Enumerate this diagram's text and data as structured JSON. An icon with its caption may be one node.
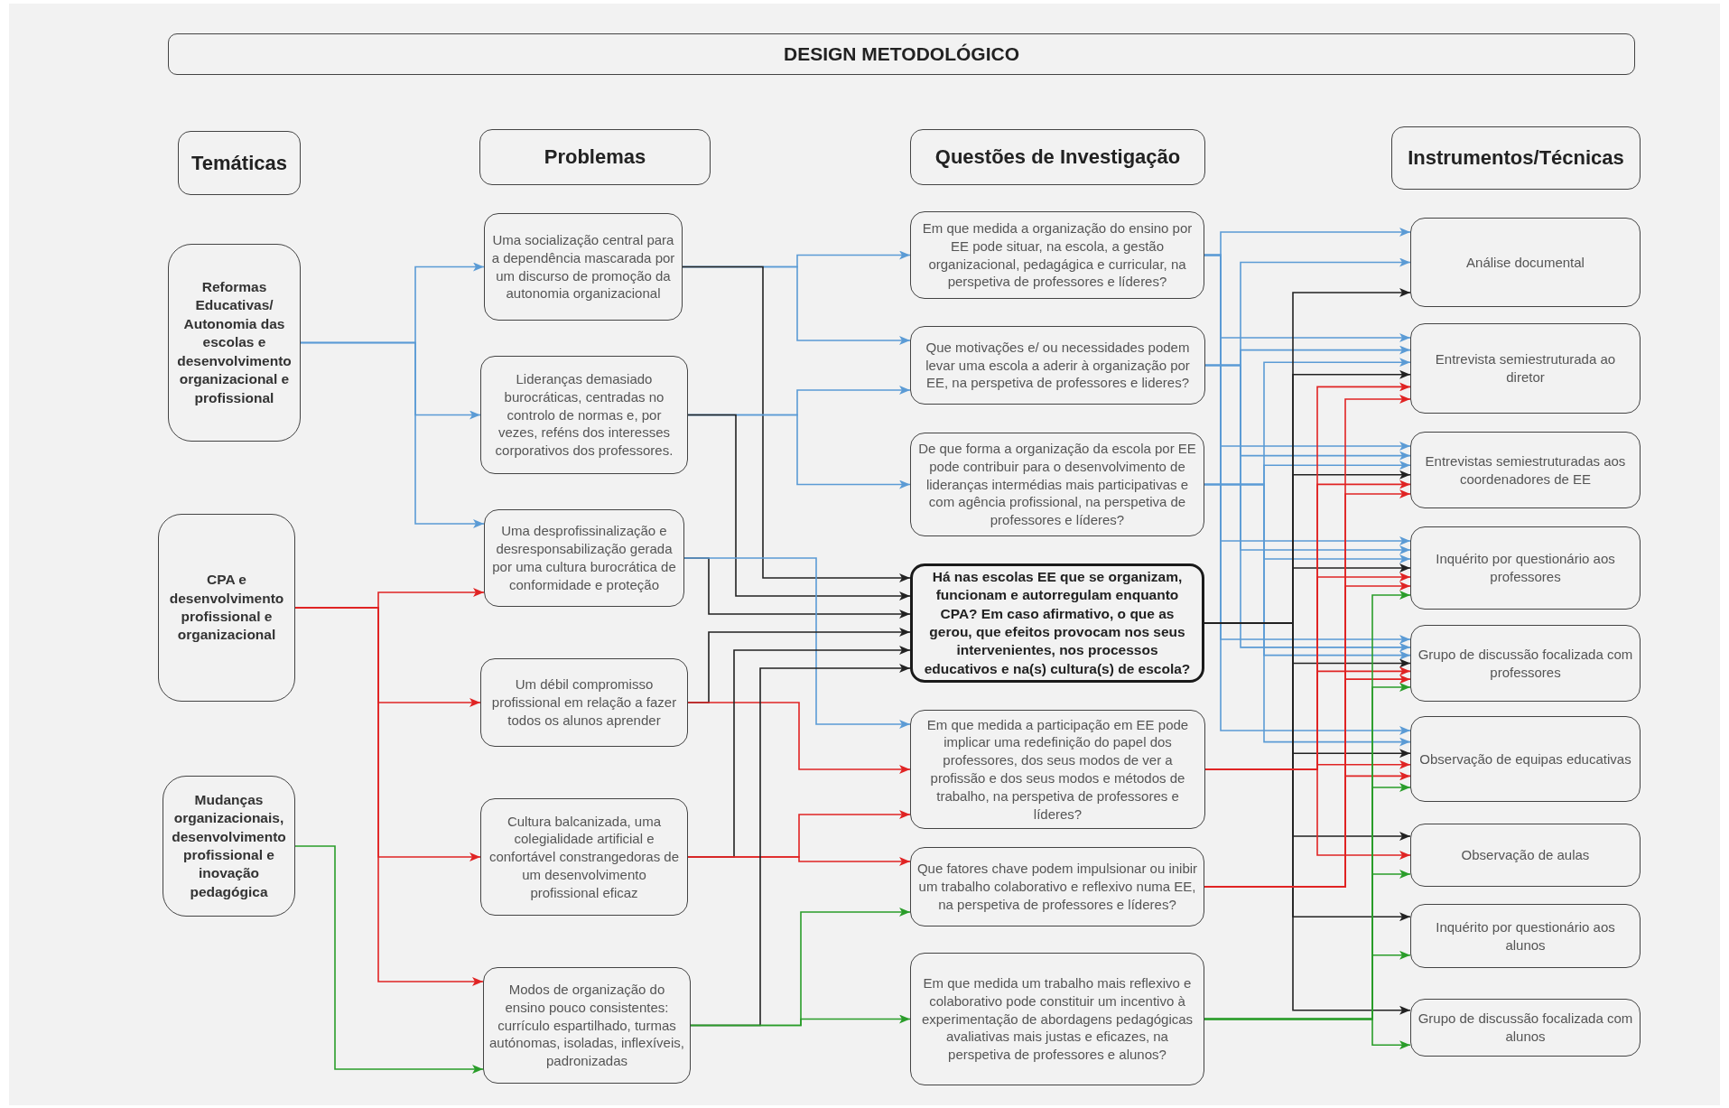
{
  "diagram": {
    "title": "DESIGN METODOLÓGICO",
    "nodes": [
      {
        "text": [
          "Temáticas"
        ]
      },
      {
        "text": [
          "Problemas"
        ]
      },
      {
        "text": [
          "Questões de Investigação"
        ]
      },
      {
        "text": [
          "Instrumentos/Técnicas"
        ]
      },
      {
        "text": [
          "Reformas Educativas/ Autonomia das escolas e desenvolvimento organizacional e profissional"
        ]
      },
      {
        "text": [
          "CPA e desenvolvimento profissional e organizacional"
        ]
      },
      {
        "text": [
          "Mudanças organizacionais, desenvolvimento profissional e inovação pedagógica"
        ]
      },
      {
        "text": [
          "Uma socialização central para a dependência mascarada por um discurso de promoção da autonomia organizacional"
        ]
      },
      {
        "text": [
          "Lideranças demasiado burocráticas, centradas no controlo de normas e, por vezes, reféns dos interesses corporativos dos professores."
        ]
      },
      {
        "text": [
          "Uma desprofissinalização e desresponsabilização gerada por uma cultura burocrática de conformidade e proteção"
        ]
      },
      {
        "text": [
          "Um débil compromisso profissional em relação a fazer todos os alunos aprender"
        ]
      },
      {
        "text": [
          "Cultura balcanizada, uma colegialidade artificial e confortável constrangedoras de um desenvolvimento profissional eficaz"
        ]
      },
      {
        "text": [
          "Modos de organização do ensino pouco consistentes: currículo espartilhado, turmas autónomas, isoladas, inflexíveis, padronizadas"
        ]
      },
      {
        "text": [
          "Em que medida a organização do ensino por EE pode situar, na escola, a gestão organizacional, pedagágica e curricular, na perspetiva de professores e líderes?"
        ]
      },
      {
        "text": [
          "Que motivações e/ ou necessidades podem levar uma escola a aderir à organização por EE, na perspetiva de professores e lideres?"
        ]
      },
      {
        "text": [
          "De que forma a organização da escola por EE pode contribuir para o desenvolvimento de lideranças intermédias mais participativas e com agência profissional, na perspetiva de professores e líderes?"
        ]
      },
      {
        "text": [
          "Há nas escolas EE que se organizam, funcionam e autorregulam enquanto CPA? Em caso afirmativo, o que as gerou, que efeitos provocam nos seus intervenientes, nos processos educativos e na(s) cultura(s) de escola?"
        ]
      },
      {
        "text": [
          "Em que medida a participação em EE pode implicar uma redefinição do papel dos professores, dos seus modos de ver a profissão e dos seus modos e métodos de trabalho, na perspetiva de professores e líderes?"
        ]
      },
      {
        "text": [
          "Que fatores chave podem impulsionar ou inibir um trabalho colaborativo e reflexivo numa EE, na perspetiva de professores e líderes?"
        ]
      },
      {
        "text": [
          "Em que medida um trabalho mais reflexivo e colaborativo pode constituir um incentivo à experimentação de abordagens pedagógicas avaliativas mais justas e eficazes, na perspetiva de professores e alunos?"
        ]
      },
      {
        "text": [
          "Análise documental"
        ]
      },
      {
        "text": [
          "Entrevista semiestruturada ao diretor"
        ]
      },
      {
        "text": [
          "Entrevistas semiestruturadas aos coordenadores de EE"
        ]
      },
      {
        "text": [
          "Inquérito por questionário aos professores"
        ]
      },
      {
        "text": [
          "Grupo de discussão focalizada com professores"
        ]
      },
      {
        "text": [
          "Observação de equipas educativas"
        ]
      },
      {
        "text": [
          "Observação de aulas"
        ]
      },
      {
        "text": [
          "Inquérito por questionário aos alunos"
        ]
      },
      {
        "text": [
          "Grupo de discussão focalizada com alunos"
        ]
      }
    ],
    "edges": [
      {
        "from": 4,
        "to": 7,
        "arrow": "to"
      },
      {
        "from": 4,
        "to": 8,
        "arrow": "to"
      },
      {
        "from": 4,
        "to": 9,
        "arrow": "to"
      },
      {
        "from": 5,
        "to": 9,
        "arrow": "to",
        "color": "#e02424"
      },
      {
        "from": 5,
        "to": 10,
        "arrow": "to",
        "color": "#e02424"
      },
      {
        "from": 5,
        "to": 11,
        "arrow": "to",
        "color": "#e02424"
      },
      {
        "from": 5,
        "to": 12,
        "arrow": "to",
        "color": "#e02424"
      },
      {
        "from": 6,
        "to": 12,
        "arrow": "to",
        "color": "#2a9d2a"
      },
      {
        "from": 7,
        "to": 13,
        "arrow": "to"
      },
      {
        "from": 7,
        "to": 14,
        "arrow": "to"
      },
      {
        "from": 7,
        "to": 16,
        "arrow": "to",
        "color": "#222222"
      },
      {
        "from": 8,
        "to": 14,
        "arrow": "to"
      },
      {
        "from": 8,
        "to": 15,
        "arrow": "to"
      },
      {
        "from": 8,
        "to": 16,
        "arrow": "to",
        "color": "#222222"
      },
      {
        "from": 9,
        "to": 16,
        "arrow": "to",
        "color": "#222222"
      },
      {
        "from": 9,
        "to": 17,
        "arrow": "to"
      },
      {
        "from": 10,
        "to": 16,
        "arrow": "to",
        "color": "#222222"
      },
      {
        "from": 10,
        "to": 17,
        "arrow": "to",
        "color": "#e02424"
      },
      {
        "from": 11,
        "to": 16,
        "arrow": "to",
        "color": "#222222"
      },
      {
        "from": 11,
        "to": 17,
        "arrow": "to",
        "color": "#e02424"
      },
      {
        "from": 11,
        "to": 18,
        "arrow": "to",
        "color": "#e02424"
      },
      {
        "from": 12,
        "to": 16,
        "arrow": "to",
        "color": "#222222"
      },
      {
        "from": 12,
        "to": 18,
        "arrow": "to",
        "color": "#2a9d2a"
      },
      {
        "from": 12,
        "to": 19,
        "arrow": "to",
        "color": "#2a9d2a"
      },
      {
        "from": 13,
        "to": 20,
        "arrow": "to"
      },
      {
        "from": 13,
        "to": 21,
        "arrow": "to"
      },
      {
        "from": 13,
        "to": 22,
        "arrow": "to"
      },
      {
        "from": 13,
        "to": 23,
        "arrow": "to"
      },
      {
        "from": 13,
        "to": 24,
        "arrow": "to"
      },
      {
        "from": 13,
        "to": 25,
        "arrow": "to"
      },
      {
        "from": 14,
        "to": 20,
        "arrow": "to"
      },
      {
        "from": 14,
        "to": 21,
        "arrow": "to"
      },
      {
        "from": 14,
        "to": 22,
        "arrow": "to"
      },
      {
        "from": 14,
        "to": 23,
        "arrow": "to"
      },
      {
        "from": 14,
        "to": 24,
        "arrow": "to"
      },
      {
        "from": 15,
        "to": 21,
        "arrow": "to"
      },
      {
        "from": 15,
        "to": 22,
        "arrow": "to"
      },
      {
        "from": 15,
        "to": 23,
        "arrow": "to"
      },
      {
        "from": 15,
        "to": 24,
        "arrow": "to"
      },
      {
        "from": 15,
        "to": 25,
        "arrow": "to"
      },
      {
        "from": 16,
        "to": 20,
        "arrow": "to",
        "color": "#222222"
      },
      {
        "from": 16,
        "to": 21,
        "arrow": "to",
        "color": "#222222"
      },
      {
        "from": 16,
        "to": 22,
        "arrow": "to",
        "color": "#222222"
      },
      {
        "from": 16,
        "to": 23,
        "arrow": "to",
        "color": "#222222"
      },
      {
        "from": 16,
        "to": 24,
        "arrow": "to",
        "color": "#222222"
      },
      {
        "from": 16,
        "to": 25,
        "arrow": "to",
        "color": "#222222"
      },
      {
        "from": 16,
        "to": 26,
        "arrow": "to",
        "color": "#222222"
      },
      {
        "from": 16,
        "to": 27,
        "arrow": "to",
        "color": "#222222"
      },
      {
        "from": 16,
        "to": 28,
        "arrow": "to",
        "color": "#222222"
      },
      {
        "from": 17,
        "to": 21,
        "arrow": "to",
        "color": "#e02424"
      },
      {
        "from": 17,
        "to": 22,
        "arrow": "to",
        "color": "#e02424"
      },
      {
        "from": 17,
        "to": 23,
        "arrow": "to",
        "color": "#e02424"
      },
      {
        "from": 17,
        "to": 24,
        "arrow": "to",
        "color": "#e02424"
      },
      {
        "from": 17,
        "to": 25,
        "arrow": "to",
        "color": "#e02424"
      },
      {
        "from": 17,
        "to": 26,
        "arrow": "to",
        "color": "#e02424"
      },
      {
        "from": 18,
        "to": 21,
        "arrow": "to",
        "color": "#e02424"
      },
      {
        "from": 18,
        "to": 22,
        "arrow": "to",
        "color": "#e02424"
      },
      {
        "from": 18,
        "to": 23,
        "arrow": "to",
        "color": "#e02424"
      },
      {
        "from": 18,
        "to": 24,
        "arrow": "to",
        "color": "#e02424"
      },
      {
        "from": 18,
        "to": 25,
        "arrow": "to",
        "color": "#e02424"
      },
      {
        "from": 19,
        "to": 23,
        "arrow": "to",
        "color": "#2a9d2a"
      },
      {
        "from": 19,
        "to": 24,
        "arrow": "to",
        "color": "#2a9d2a"
      },
      {
        "from": 19,
        "to": 25,
        "arrow": "to",
        "color": "#2a9d2a"
      },
      {
        "from": 19,
        "to": 26,
        "arrow": "to",
        "color": "#2a9d2a"
      },
      {
        "from": 19,
        "to": 27,
        "arrow": "to",
        "color": "#2a9d2a"
      },
      {
        "from": 19,
        "to": 28,
        "arrow": "to",
        "color": "#2a9d2a"
      }
    ]
  }
}
